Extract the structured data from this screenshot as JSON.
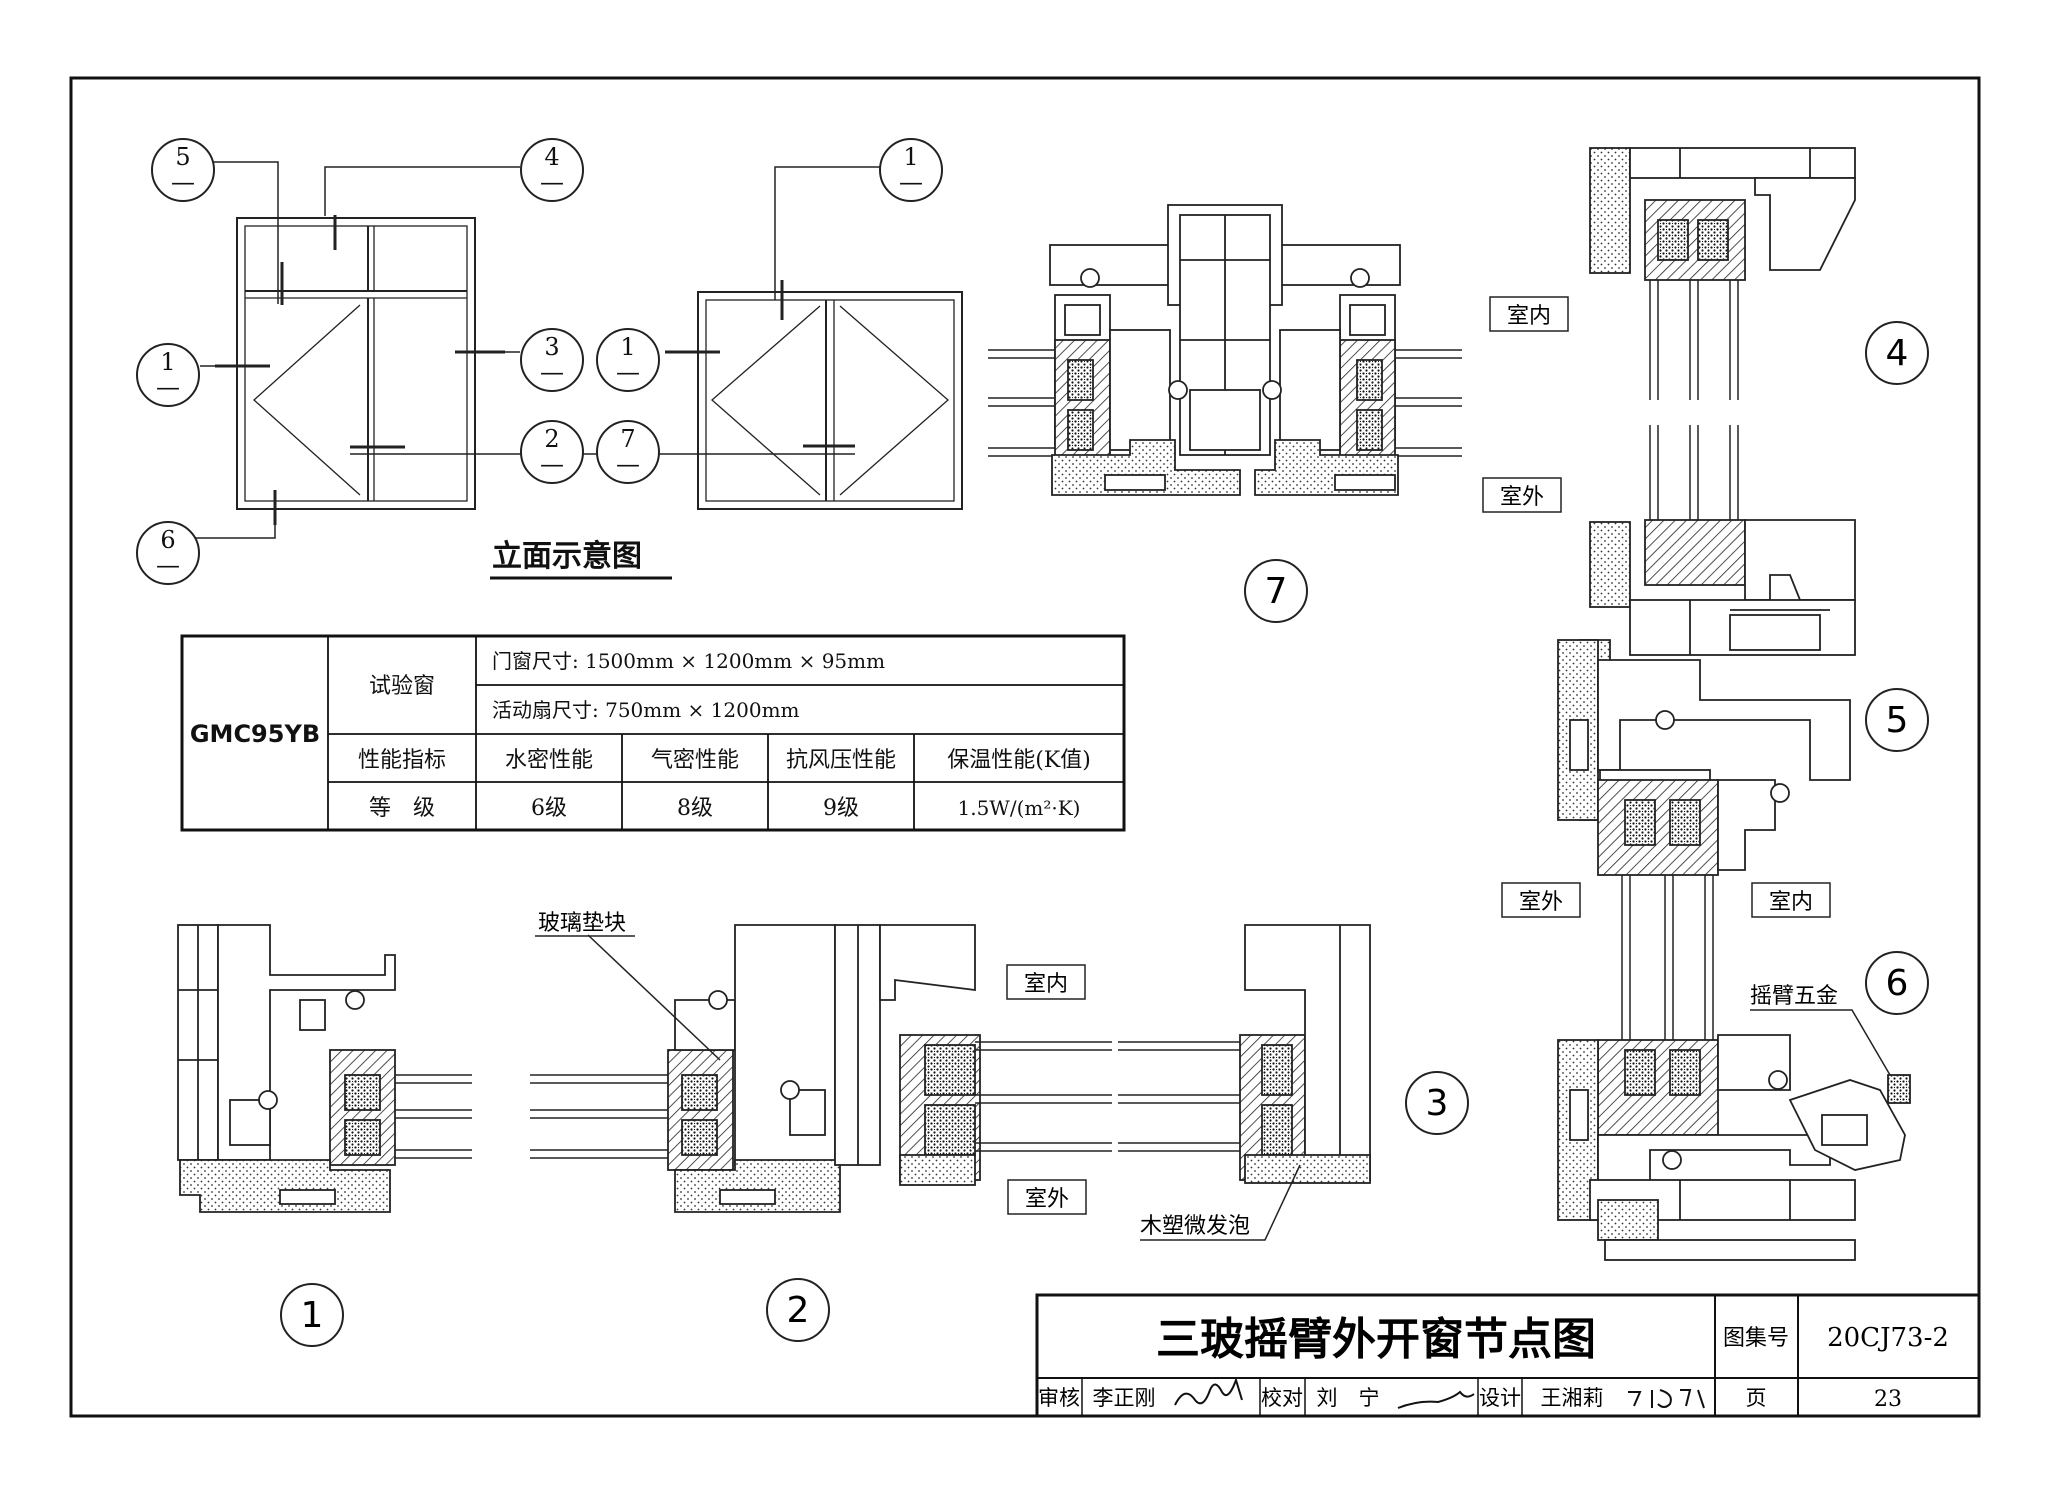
{
  "drawing": {
    "elevation_title": "立面示意图",
    "bubbles": {
      "left_1": "1",
      "left_2": "2",
      "left_3": "3",
      "left_4": "4",
      "left_5": "5",
      "left_6": "6",
      "right_1": "1",
      "right_7": "7",
      "right_top_1": "1"
    },
    "bubble_dash": "—",
    "detail_numbers": [
      "1",
      "2",
      "3",
      "4",
      "5",
      "6",
      "7"
    ],
    "labels": {
      "indoor": "室内",
      "outdoor": "室外",
      "glass_pad": "玻璃垫块",
      "wpc_foam": "木塑微发泡",
      "hardware": "摇臂五金"
    }
  },
  "spec_table": {
    "model": "GMC95YB",
    "test_window_label": "试验窗",
    "window_size": "门窗尺寸: 1500mm × 1200mm × 95mm",
    "sash_size": "活动扇尺寸: 750mm × 1200mm",
    "headers": [
      "性能指标",
      "水密性能",
      "气密性能",
      "抗风压性能",
      "保温性能(K值)"
    ],
    "grades": [
      "等　级",
      "6级",
      "8级",
      "9级",
      "1.5W/(m²·K)"
    ]
  },
  "title_block": {
    "title": "三玻摇臂外开窗节点图",
    "atlas_label": "图集号",
    "atlas_no": "20CJ73-2",
    "review_label": "审核",
    "reviewer": "李正刚",
    "check_label": "校对",
    "checker": "刘　宁",
    "design_label": "设计",
    "designer": "王湘莉",
    "page_label": "页",
    "page_no": "23"
  }
}
